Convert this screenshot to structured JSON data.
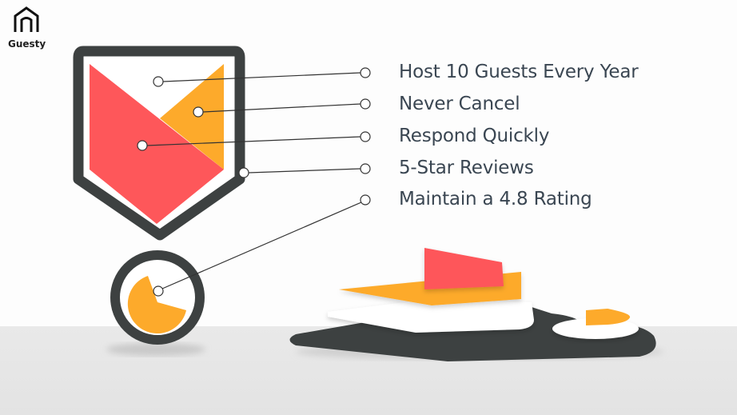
{
  "brand": {
    "name": "Guesty",
    "icon": "house-icon"
  },
  "requirements": [
    "Host 10 Guests Every Year",
    "Never Cancel",
    "Respond Quickly",
    "5-Star Reviews",
    "Maintain a 4.8 Rating"
  ],
  "colors": {
    "red": "#fe575a",
    "orange": "#fdaa2b",
    "dark": "#3d4141",
    "text": "#3a4652"
  }
}
